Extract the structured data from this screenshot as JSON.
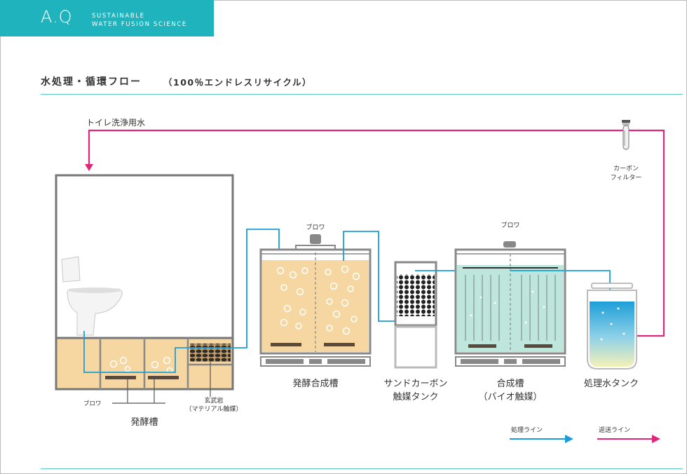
{
  "header": {
    "logo": "A.Q",
    "tagline_1": "SUSTAINABLE",
    "tagline_2": "WATER FUSION SCIENCE"
  },
  "title": {
    "main": "水処理・循環フロー",
    "sub": "（100％エンドレスリサイクル）"
  },
  "labels": {
    "toilet_water": "トイレ洗浄用水",
    "carbon_filter_1": "カーボン",
    "carbon_filter_2": "フィルター",
    "blower_a": "ブロワ",
    "blower_b": "ブロワ",
    "blower_c": "ブロワ",
    "basalt_1": "玄武岩",
    "basalt_2": "（マテリアル触媒）",
    "fermentation_tank": "発酵槽",
    "fermentation_synthesis_tank": "発酵合成槽",
    "sand_carbon_1": "サンドカーボン",
    "sand_carbon_2": "触媒タンク",
    "synthesis_tank_1": "合成槽",
    "synthesis_tank_2": "（バイオ触媒）",
    "treated_water_tank": "処理水タンク"
  },
  "legend": {
    "process_line": "処理ライン",
    "return_line": "返送ライン"
  },
  "colors": {
    "teal": "#1fb4bd",
    "process_blue": "#1a9ed9",
    "return_magenta": "#e0267a",
    "tank_sand": "#f6d7a2",
    "tank_mint": "#bfe6dc"
  }
}
